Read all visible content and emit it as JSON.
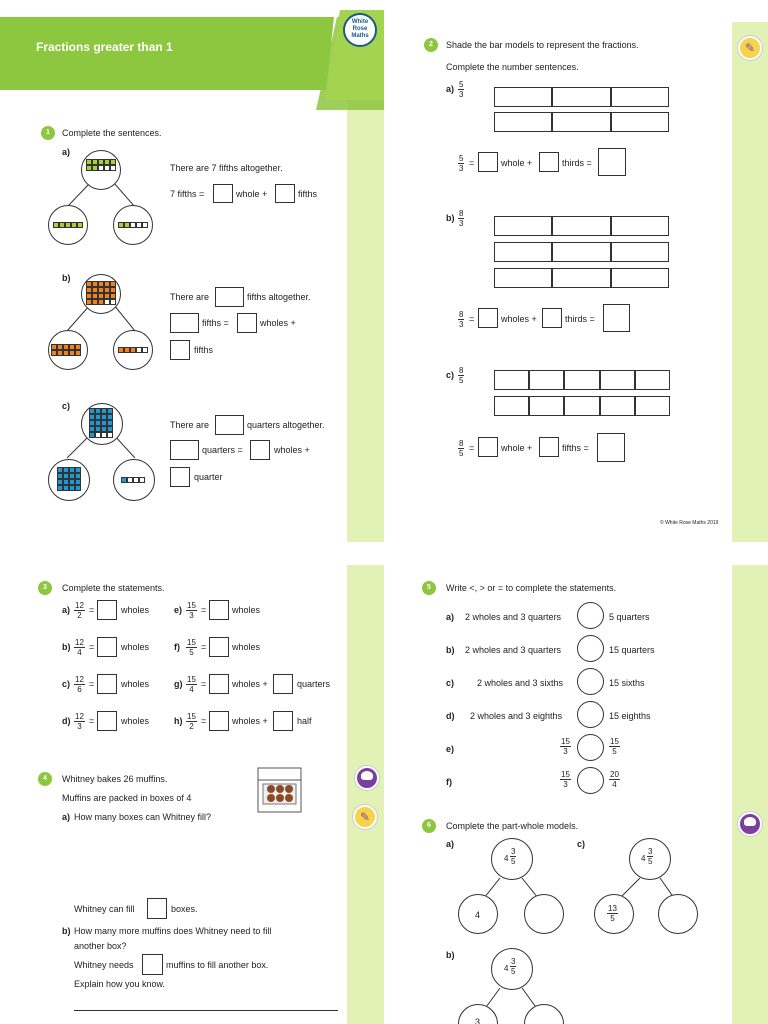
{
  "header": {
    "title": "Fractions greater than 1",
    "logo": [
      "White",
      "Rose",
      "Maths"
    ]
  },
  "copyright": "© White Rose Maths 2019",
  "colors": {
    "green": "#8dc63f",
    "light_green": "#e2f2b6",
    "orange": "#f0821e",
    "blue": "#1d9ad6",
    "lime": "#a8cf38"
  },
  "q1": {
    "number": "1",
    "prompt": "Complete the sentences.",
    "a": {
      "label": "a)",
      "line1": "There are 7 fifths altogether.",
      "line2_a": "7 fifths =",
      "line2_b": "whole +",
      "line2_c": "fifths"
    },
    "b": {
      "label": "b)",
      "line1_a": "There are",
      "line1_b": "fifths altogether.",
      "line2_a": "fifths =",
      "line2_b": "wholes +",
      "line3": "fifths"
    },
    "c": {
      "label": "c)",
      "line1_a": "There are",
      "line1_b": "quarters altogether.",
      "line2_a": "quarters =",
      "line2_b": "wholes +",
      "line3": "quarter"
    }
  },
  "q2": {
    "number": "2",
    "prompt1": "Shade the bar models to represent the fractions.",
    "prompt2": "Complete the number sentences.",
    "a": {
      "label": "a)",
      "n": "5",
      "d": "3",
      "s1": "whole +",
      "s2": "thirds ="
    },
    "b": {
      "label": "b)",
      "n": "8",
      "d": "3",
      "s1": "wholes +",
      "s2": "thirds ="
    },
    "c": {
      "label": "c)",
      "n": "8",
      "d": "5",
      "s1": "whole +",
      "s2": "fifths ="
    },
    "eq": "="
  },
  "q3": {
    "number": "3",
    "prompt": "Complete the statements.",
    "items": [
      {
        "label": "a)",
        "n": "12",
        "d": "2",
        "tail": "wholes"
      },
      {
        "label": "b)",
        "n": "12",
        "d": "4",
        "tail": "wholes"
      },
      {
        "label": "c)",
        "n": "12",
        "d": "6",
        "tail": "wholes"
      },
      {
        "label": "d)",
        "n": "12",
        "d": "3",
        "tail": "wholes"
      },
      {
        "label": "e)",
        "n": "15",
        "d": "3",
        "tail": "wholes"
      },
      {
        "label": "f)",
        "n": "15",
        "d": "5",
        "tail": "wholes"
      },
      {
        "label": "g)",
        "n": "15",
        "d": "4",
        "tail": "wholes +",
        "tail2": "quarters"
      },
      {
        "label": "h)",
        "n": "15",
        "d": "2",
        "tail": "wholes +",
        "tail2": "half"
      }
    ],
    "eq": "="
  },
  "q4": {
    "number": "4",
    "line1": "Whitney bakes 26 muffins.",
    "line2": "Muffins are packed in boxes of 4",
    "a_label": "a)",
    "a_text": "How many boxes can Whitney fill?",
    "fill_a": "Whitney can fill",
    "fill_b": "boxes.",
    "b_label": "b)",
    "b_text1": "How many more muffins does Whitney need to fill",
    "b_text2": "another box?",
    "need_a": "Whitney needs",
    "need_b": "muffins to fill another box.",
    "explain": "Explain how you know."
  },
  "q5": {
    "number": "5",
    "prompt": "Write <, > or = to complete the statements.",
    "rows": [
      {
        "label": "a)",
        "left": "2 wholes and 3 quarters",
        "right": "5 quarters"
      },
      {
        "label": "b)",
        "left": "2 wholes and 3 quarters",
        "right": "15 quarters"
      },
      {
        "label": "c)",
        "left": "2 wholes and 3 sixths",
        "right": "15 sixths"
      },
      {
        "label": "d)",
        "left": "2 wholes and 3 eighths",
        "right": "15 eighths"
      }
    ],
    "e": {
      "label": "e)",
      "ln": "15",
      "ld": "3",
      "rn": "15",
      "rd": "5"
    },
    "f": {
      "label": "f)",
      "ln": "15",
      "ld": "3",
      "rn": "20",
      "rd": "4"
    }
  },
  "q6": {
    "number": "6",
    "prompt": "Complete the part-whole models.",
    "a": {
      "label": "a)",
      "whole": "4",
      "n": "3",
      "d": "5",
      "part": "4"
    },
    "b": {
      "label": "b)",
      "whole": "4",
      "n": "3",
      "d": "5",
      "part": "3"
    },
    "c": {
      "label": "c)",
      "whole": "4",
      "n": "3",
      "d": "5",
      "pn": "13",
      "pd": "5"
    }
  }
}
